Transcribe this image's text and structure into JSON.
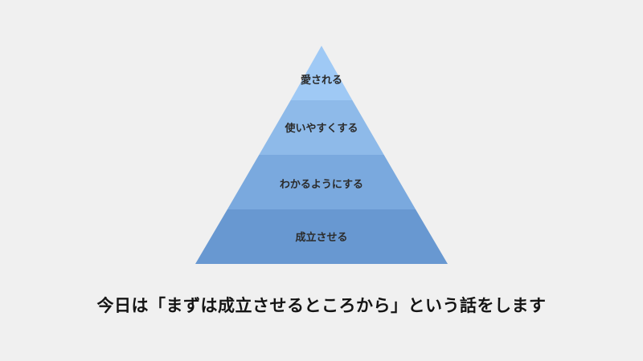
{
  "pyramid": {
    "layers": [
      {
        "label": "愛される",
        "color": "#9fc9f5"
      },
      {
        "label": "使いやすくする",
        "color": "#8ebae9"
      },
      {
        "label": "わかるようにする",
        "color": "#7aa9de"
      },
      {
        "label": "成立させる",
        "color": "#6898d1"
      }
    ]
  },
  "caption": "今日は「まずは成立させるところから」という話をします"
}
